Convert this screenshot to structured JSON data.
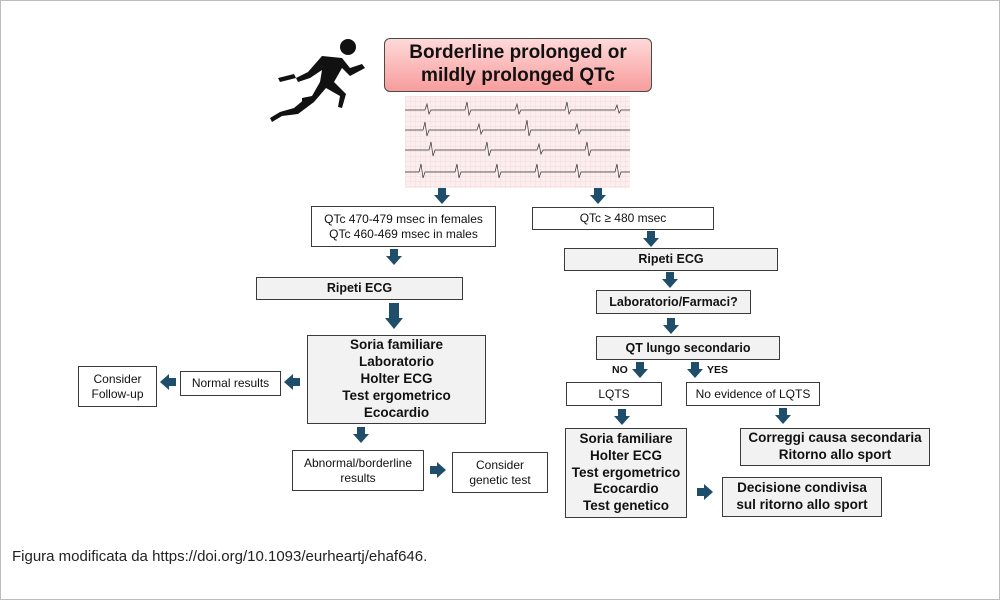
{
  "title": {
    "line1": "Borderline prolonged or",
    "line2": "mildly prolonged QTc"
  },
  "left": {
    "criteria_line1": "QTc 470-479 msec in females",
    "criteria_line2": "QTc  460-469 msec in males",
    "repeat_ecg": "Ripeti ECG",
    "workup": [
      "Soria familiare",
      "Laboratorio",
      "Holter ECG",
      "Test ergometrico",
      "Ecocardio"
    ],
    "normal_results": "Normal results",
    "consider_followup": [
      "Consider",
      "Follow-up"
    ],
    "abnormal_results": [
      "Abnormal/borderline",
      "results"
    ],
    "consider_genetic": [
      "Consider",
      "genetic test"
    ]
  },
  "right": {
    "criteria": "QTc ≥ 480 msec",
    "repeat_ecg": "Ripeti ECG",
    "lab_drugs": "Laboratorio/Farmaci?",
    "secondary_lqt": "QT lungo secondario",
    "no_label": "NO",
    "yes_label": "YES",
    "lqts": "LQTS",
    "no_evidence": "No evidence of LQTS",
    "workup": [
      "Soria familiare",
      "Holter ECG",
      "Test ergometrico",
      "Ecocardio",
      "Test genetico"
    ],
    "correct_cause": [
      "Correggi causa secondaria",
      "Ritorno allo sport"
    ],
    "shared_decision": [
      "Decisione condivisa",
      "sul ritorno allo sport"
    ]
  },
  "caption": "Figura modificata da https://doi.org/10.1093/eurheartj/ehaf646.",
  "icons": {
    "runner": "running-person-icon",
    "ecg": "ecg-strip-image",
    "arrow": "down-arrow-icon"
  },
  "colors": {
    "arrow": "#1f4e6b",
    "title_fill_top": "#ffd9d9",
    "title_fill_bottom": "#f79c9c",
    "box_fill": "#f2f2f2"
  }
}
